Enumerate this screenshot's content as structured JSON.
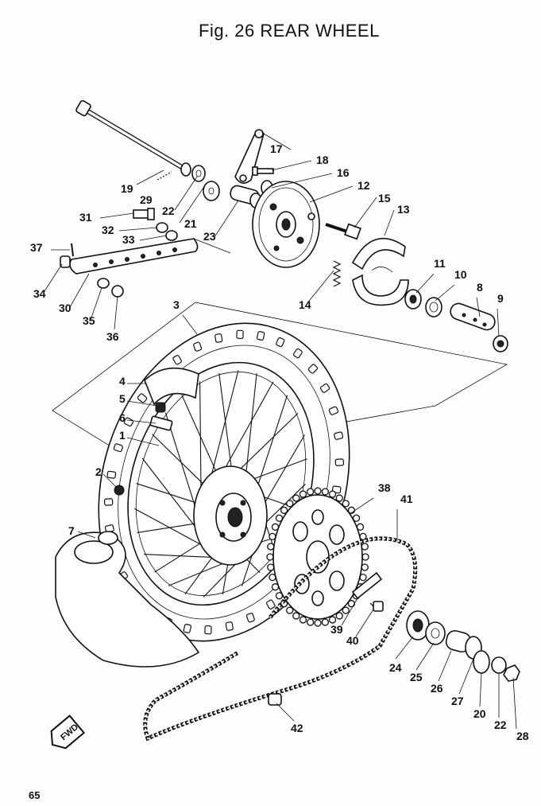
{
  "figure": {
    "title": "Fig. 26 REAR WHEEL",
    "page_number": "65"
  },
  "badge": {
    "text": "FWD"
  },
  "callouts": [
    {
      "id": "c1",
      "text": "1"
    },
    {
      "id": "c2",
      "text": "2"
    },
    {
      "id": "c3",
      "text": "3"
    },
    {
      "id": "c4",
      "text": "4"
    },
    {
      "id": "c5",
      "text": "5"
    },
    {
      "id": "c6",
      "text": "6"
    },
    {
      "id": "c7",
      "text": "7"
    },
    {
      "id": "c8",
      "text": "8"
    },
    {
      "id": "c9",
      "text": "9"
    },
    {
      "id": "c10",
      "text": "10"
    },
    {
      "id": "c11",
      "text": "11"
    },
    {
      "id": "c12",
      "text": "12"
    },
    {
      "id": "c13",
      "text": "13"
    },
    {
      "id": "c14",
      "text": "14"
    },
    {
      "id": "c15",
      "text": "15"
    },
    {
      "id": "c16",
      "text": "16"
    },
    {
      "id": "c17",
      "text": "17"
    },
    {
      "id": "c18",
      "text": "18"
    },
    {
      "id": "c19",
      "text": "19"
    },
    {
      "id": "c20",
      "text": "20"
    },
    {
      "id": "c21",
      "text": "21"
    },
    {
      "id": "c22a",
      "text": "22"
    },
    {
      "id": "c22b",
      "text": "22"
    },
    {
      "id": "c23",
      "text": "23"
    },
    {
      "id": "c24",
      "text": "24"
    },
    {
      "id": "c25",
      "text": "25"
    },
    {
      "id": "c26",
      "text": "26"
    },
    {
      "id": "c27",
      "text": "27"
    },
    {
      "id": "c28",
      "text": "28"
    },
    {
      "id": "c29",
      "text": "29"
    },
    {
      "id": "c30",
      "text": "30"
    },
    {
      "id": "c31",
      "text": "31"
    },
    {
      "id": "c32",
      "text": "32"
    },
    {
      "id": "c33",
      "text": "33"
    },
    {
      "id": "c34",
      "text": "34"
    },
    {
      "id": "c35",
      "text": "35"
    },
    {
      "id": "c36",
      "text": "36"
    },
    {
      "id": "c37",
      "text": "37"
    },
    {
      "id": "c38",
      "text": "38"
    },
    {
      "id": "c39",
      "text": "39"
    },
    {
      "id": "c40",
      "text": "40"
    },
    {
      "id": "c41",
      "text": "41"
    },
    {
      "id": "c42",
      "text": "42"
    }
  ]
}
